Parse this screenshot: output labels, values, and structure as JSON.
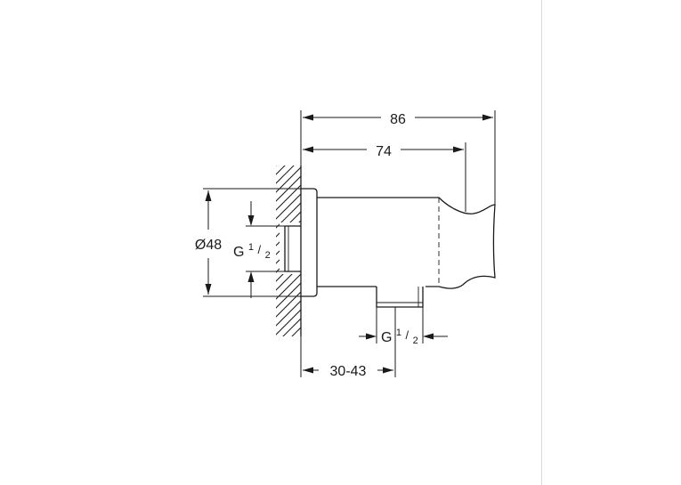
{
  "diagram": {
    "dimensions": {
      "overall_length": "86",
      "body_length": "74",
      "flange_diameter": "Ø48",
      "wall_offset": "30-43"
    },
    "thread_wall": {
      "prefix": "G",
      "numerator": "1",
      "denominator": "2"
    },
    "thread_outlet": {
      "prefix": "G",
      "numerator": "1",
      "denominator": "2"
    },
    "colors": {
      "line": "#1a1a1a",
      "border": "#d9d9d9",
      "background": "#ffffff"
    }
  }
}
